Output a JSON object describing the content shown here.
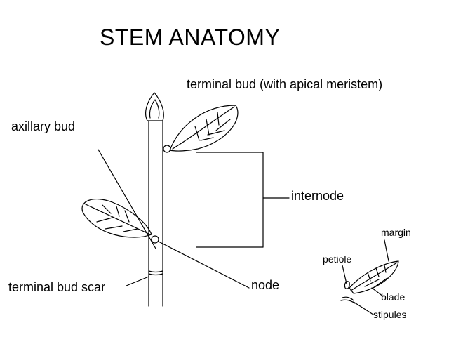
{
  "title": "STEM ANATOMY",
  "labels": {
    "terminal_bud": "terminal bud (with apical meristem)",
    "axillary_bud": "axillary bud",
    "internode": "internode",
    "terminal_bud_scar": "terminal bud scar",
    "node": "node",
    "margin": "margin",
    "petiole": "petiole",
    "blade": "blade",
    "stipules": "stipules"
  },
  "colors": {
    "line": "#000000",
    "background": "#ffffff"
  }
}
